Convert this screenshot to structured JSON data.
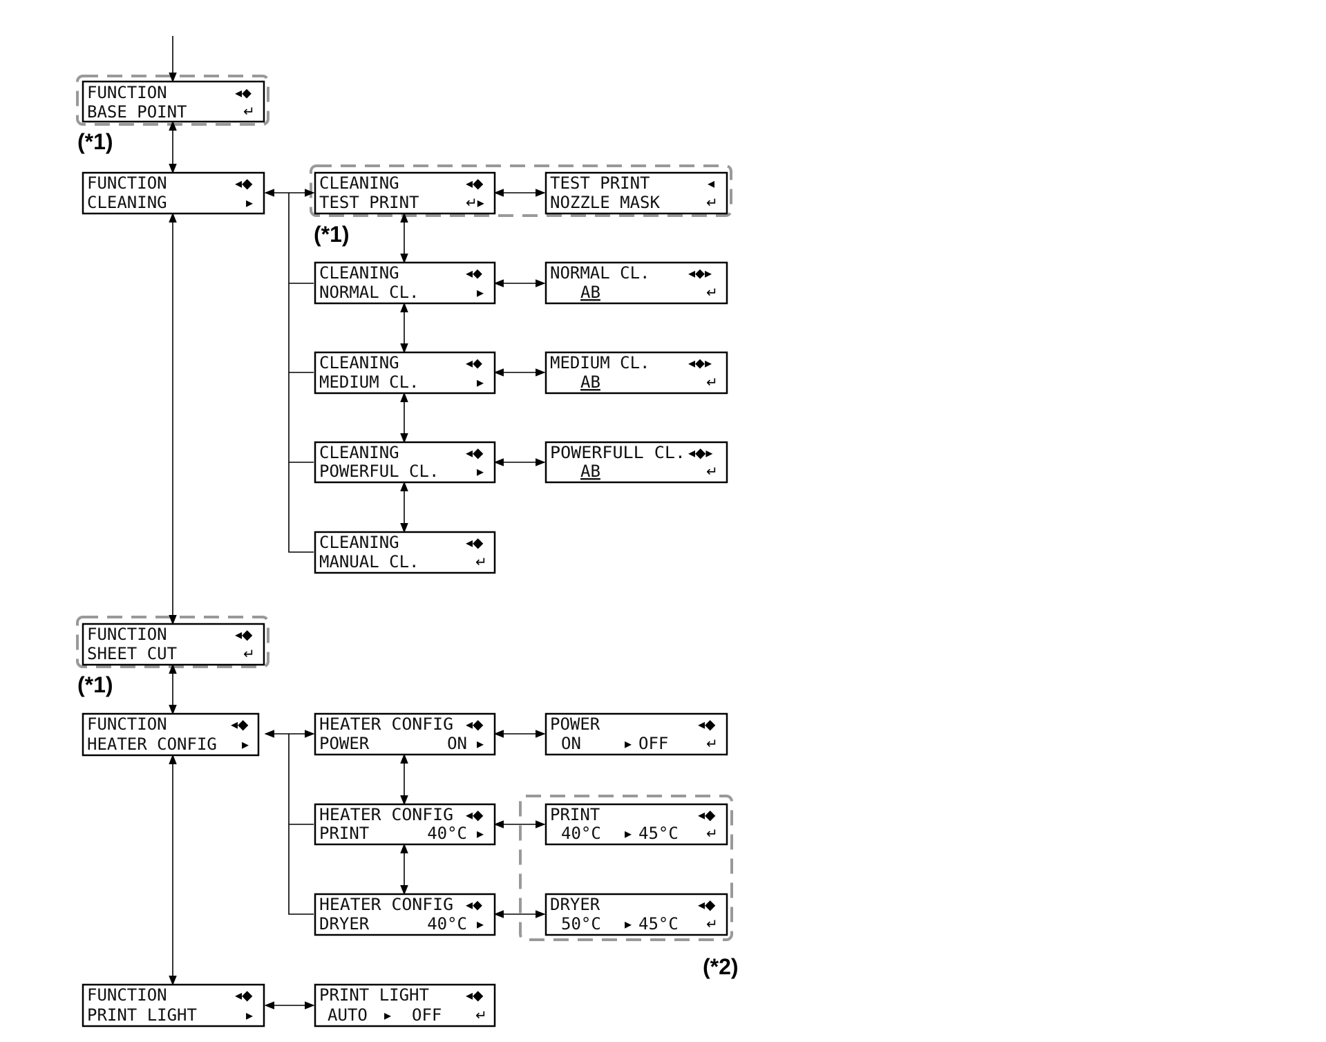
{
  "colors": {
    "line": "#000000",
    "dash": "#999999",
    "text": "#111111",
    "background": "#ffffff"
  },
  "icons": {
    "arrow_updown": "◂⬥",
    "arrow_leftright": "◂◆",
    "arrow_lr_right": "◂◆▸",
    "arrow_ud_right": "◂⬥▸",
    "left": "◂",
    "right": "▸",
    "enter": "↵",
    "enter_right": "↵▸"
  },
  "screens": {
    "base_point": {
      "line1": "FUNCTION",
      "line2": "BASE POINT",
      "mark1": "◂⬥",
      "mark2": "↵"
    },
    "cleaning": {
      "line1": "FUNCTION",
      "line2": "CLEANING",
      "mark1": "◂◆",
      "mark2": "▸"
    },
    "test_print": {
      "line1": "CLEANING",
      "line2": "TEST PRINT",
      "mark1": "◂◆",
      "mark2": "↵▸"
    },
    "nozzle_mask": {
      "line1": "TEST PRINT",
      "line2": "NOZZLE MASK",
      "mark1": "◂",
      "mark2": "↵"
    },
    "normal_cl": {
      "line1": "CLEANING",
      "line2": "NORMAL CL.",
      "mark1": "◂⬥",
      "mark2": "▸"
    },
    "normal_cl_sel": {
      "line1": "NORMAL CL.",
      "line2": "AB",
      "mark1": "◂⬥▸",
      "mark2": "↵"
    },
    "medium_cl": {
      "line1": "CLEANING",
      "line2": "MEDIUM CL.",
      "mark1": "◂⬥",
      "mark2": "▸"
    },
    "medium_cl_sel": {
      "line1": "MEDIUM CL.",
      "line2": "AB",
      "mark1": "◂⬥▸",
      "mark2": "↵"
    },
    "powerful_cl": {
      "line1": "CLEANING",
      "line2": "POWERFUL CL.",
      "mark1": "◂◆",
      "mark2": "▸"
    },
    "powerful_cl_sel": {
      "line1": "POWERFULL CL.",
      "line2": "AB",
      "mark1": "◂◆▸",
      "mark2": "↵"
    },
    "manual_cl": {
      "line1": "CLEANING",
      "line2": "MANUAL CL.",
      "mark1": "◂◆",
      "mark2": "↵"
    },
    "sheet_cut": {
      "line1": "FUNCTION",
      "line2": "SHEET CUT",
      "mark1": "◂◆",
      "mark2": "↵"
    },
    "heater_config": {
      "line1": "FUNCTION",
      "line2": "HEATER CONFIG",
      "mark1": "◂◆",
      "mark2": "▸"
    },
    "heater_power": {
      "line1": "HEATER CONFIG",
      "line2": "POWER",
      "value2": "ON",
      "mark1": "◂◆",
      "mark2": "▸"
    },
    "power_sel": {
      "line1": "POWER",
      "line2": "ON",
      "value2": "OFF",
      "mark1": "◂◆",
      "mark2": "↵",
      "arrow2": "▸"
    },
    "heater_print": {
      "line1": "HEATER CONFIG",
      "line2": "PRINT",
      "value2": "40°C",
      "mark1": "◂◆",
      "mark2": "▸"
    },
    "print_sel": {
      "line1": "PRINT",
      "line2": "40°C",
      "value2": "45°C",
      "mark1": "◂◆",
      "mark2": "↵",
      "arrow2": "▸"
    },
    "heater_dryer": {
      "line1": "HEATER CONFIG",
      "line2": "DRYER",
      "value2": "40°C",
      "mark1": "◂⬥",
      "mark2": "▸"
    },
    "dryer_sel": {
      "line1": "DRYER",
      "line2": "50°C",
      "value2": "45°C",
      "mark1": "◂◆",
      "mark2": "↵",
      "arrow2": "▸"
    },
    "print_light": {
      "line1": "FUNCTION",
      "line2": "PRINT LIGHT",
      "mark1": "◂◆",
      "mark2": "▸"
    },
    "print_light_sel": {
      "line1": "PRINT LIGHT",
      "line2": "AUTO",
      "value2": "OFF",
      "mark1": "◂◆",
      "mark2": "↵",
      "arrow2": "▸"
    }
  },
  "notes": {
    "n1_base": "(*1)",
    "n1_test": "(*1)",
    "n1_sheet": "(*1)",
    "n2_heater": "(*2)"
  }
}
